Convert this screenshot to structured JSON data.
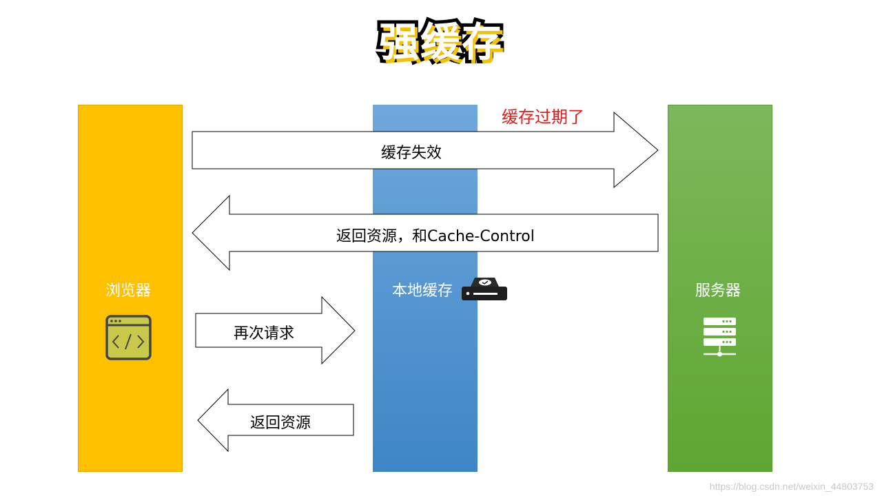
{
  "title": "强缓存",
  "columns": {
    "browser": {
      "label": "浏览器",
      "color": "#ffc000"
    },
    "cache": {
      "label": "本地缓存",
      "color": "#5b9bd5"
    },
    "server": {
      "label": "服务器",
      "color": "#70ad47"
    }
  },
  "note": {
    "text": "缓存过期了",
    "color": "#e01b1b"
  },
  "arrows": [
    {
      "label": "缓存失效",
      "direction": "right"
    },
    {
      "label": "返回资源，和Cache-Control",
      "direction": "left"
    },
    {
      "label": "再次请求",
      "direction": "right"
    },
    {
      "label": "返回资源",
      "direction": "left"
    }
  ],
  "icons": {
    "browser": "code-window-icon",
    "cache": "disk-drive-icon",
    "server": "server-rack-icon"
  },
  "watermark": "https://blog.csdn.net/weixin_44803753"
}
